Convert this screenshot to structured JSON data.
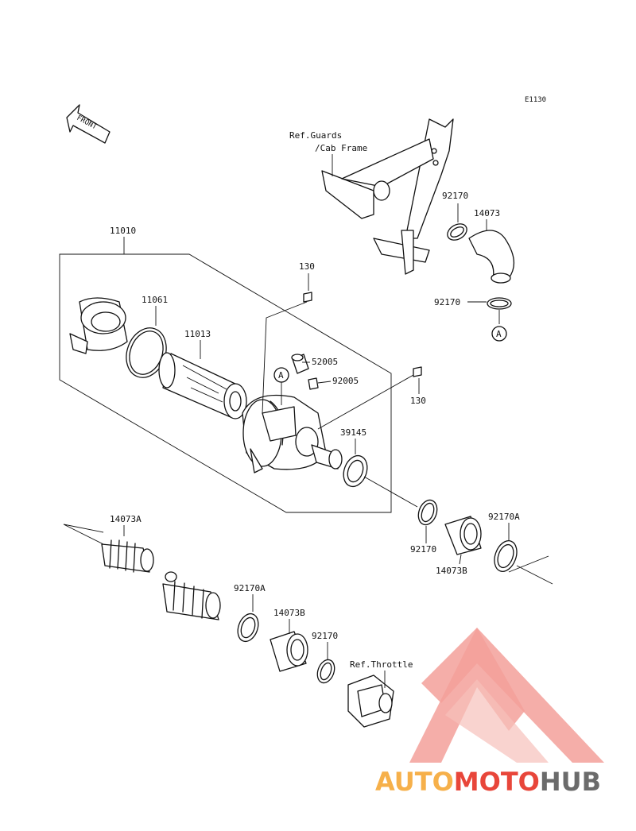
{
  "diagram": {
    "code": "E1130",
    "front_label": "FRONT",
    "ref_guards_line1": "Ref.Guards",
    "ref_guards_line2": "/Cab Frame",
    "ref_throttle": "Ref.Throttle",
    "callout_a": "A",
    "parts": {
      "p11010": "11010",
      "p11061": "11061",
      "p11013": "11013",
      "p130_top": "130",
      "p130_right": "130",
      "p52005": "52005",
      "p92005": "92005",
      "p39145": "39145",
      "p92170_top": "92170",
      "p14073": "14073",
      "p92170_mid": "92170",
      "p92170_clamp": "92170",
      "p92170A_right": "92170A",
      "p14073B_right": "14073B",
      "p14073A": "14073A",
      "p92170A_left": "92170A",
      "p14073B_left": "14073B",
      "p92170_bottom": "92170"
    }
  },
  "watermark": {
    "auto": "AUTO",
    "moto": "MOTO",
    "hub": "HUB",
    "colors": {
      "auto": "#f6b04a",
      "moto": "#e8463a",
      "hub": "#6b6b6b",
      "logo": "#f3a09a"
    }
  }
}
